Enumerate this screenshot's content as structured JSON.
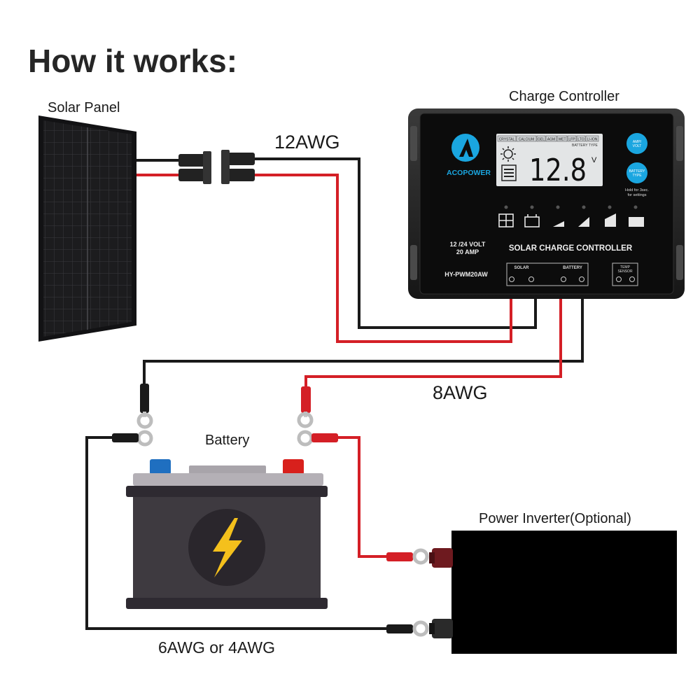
{
  "title": "How it works:",
  "components": {
    "solar_panel": "Solar Panel",
    "charge_controller": "Charge Controller",
    "battery": "Battery",
    "inverter": "Power Inverter(Optional)"
  },
  "wires": {
    "panel_to_controller": "12AWG",
    "controller_to_battery": "8AWG",
    "battery_to_inverter": "6AWG or 4AWG"
  },
  "controller": {
    "brand": "ACOPOWER",
    "reading": "12.8",
    "unit": "V",
    "battery_types": [
      "CRYSTAL",
      "CALCIUM",
      "GEL",
      "AGM",
      "WET",
      "LFP",
      "LTO",
      "LI-ION"
    ],
    "battery_type_caption": "BATTERY TYPE",
    "btn_amp_volt": [
      "AMP/",
      "VOLT"
    ],
    "btn_battery_type": [
      "BATTERY",
      "TYPE"
    ],
    "hold_note": [
      "Hold for 3sec.",
      "for settings"
    ],
    "voltage_spec": "12 /24 VOLT",
    "amp_spec": "20 AMP",
    "panel_title": "SOLAR CHARGE CONTROLLER",
    "model": "HY-PWM20AW",
    "terminal_solar": "SOLAR",
    "terminal_battery": "BATTERY",
    "terminal_temp": [
      "TEMP",
      "SENSOR"
    ]
  },
  "colors": {
    "wire_red": "#d41f26",
    "wire_black": "#1a1a1a",
    "battery_body": "#3e3a40",
    "battery_lid": "#b4b0b6",
    "terminal_neg": "#1f6fc0",
    "terminal_pos": "#d8201c",
    "bolt": "#f4c01c",
    "lcd": "#e3e5e6",
    "accent_blue": "#1aa6e0"
  }
}
